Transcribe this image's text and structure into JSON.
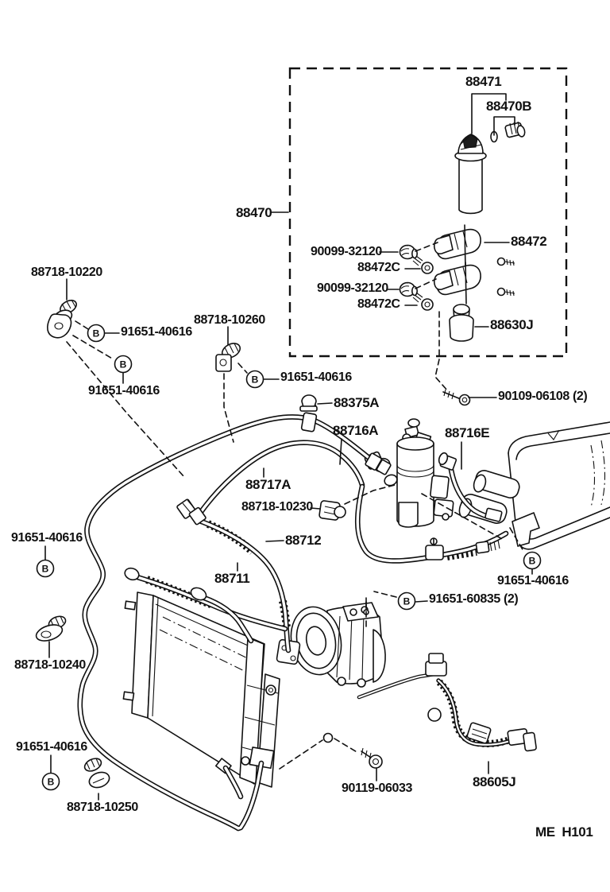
{
  "page": {
    "drawing_code": "ME  H101",
    "background": "#ffffff",
    "line_color": "#111111"
  },
  "symbols": {
    "circled_b": "B"
  },
  "labels": {
    "l_88471": {
      "text": "88471"
    },
    "l_88470b": {
      "text": "88470B"
    },
    "l_88470": {
      "text": "88470"
    },
    "l_90099_1": {
      "text": "90099-32120"
    },
    "l_88472c_1": {
      "text": "88472C"
    },
    "l_90099_2": {
      "text": "90099-32120"
    },
    "l_88472c_2": {
      "text": "88472C"
    },
    "l_88472": {
      "text": "88472"
    },
    "l_88630j": {
      "text": "88630J"
    },
    "l_90109": {
      "text": "90109-06108 (2)"
    },
    "l_10220": {
      "text": "88718-10220"
    },
    "l_91651_1": {
      "text": "91651-40616"
    },
    "l_91651_2": {
      "text": "91651-40616"
    },
    "l_10260": {
      "text": "88718-10260"
    },
    "l_91651_3": {
      "text": "91651-40616"
    },
    "l_88375a": {
      "text": "88375A"
    },
    "l_88716a": {
      "text": "88716A"
    },
    "l_88716e": {
      "text": "88716E"
    },
    "l_88717a": {
      "text": "88717A"
    },
    "l_10230": {
      "text": "88718-10230"
    },
    "l_88712": {
      "text": "88712"
    },
    "l_88711": {
      "text": "88711"
    },
    "l_91651_4": {
      "text": "91651-40616"
    },
    "l_60835": {
      "text": "91651-60835 (2)"
    },
    "l_91651_5": {
      "text": "91651-40616"
    },
    "l_10240": {
      "text": "88718-10240"
    },
    "l_91651_6": {
      "text": "91651-40616"
    },
    "l_10250": {
      "text": "88718-10250"
    },
    "l_90119": {
      "text": "90119-06033"
    },
    "l_88605j": {
      "text": "88605J"
    }
  }
}
